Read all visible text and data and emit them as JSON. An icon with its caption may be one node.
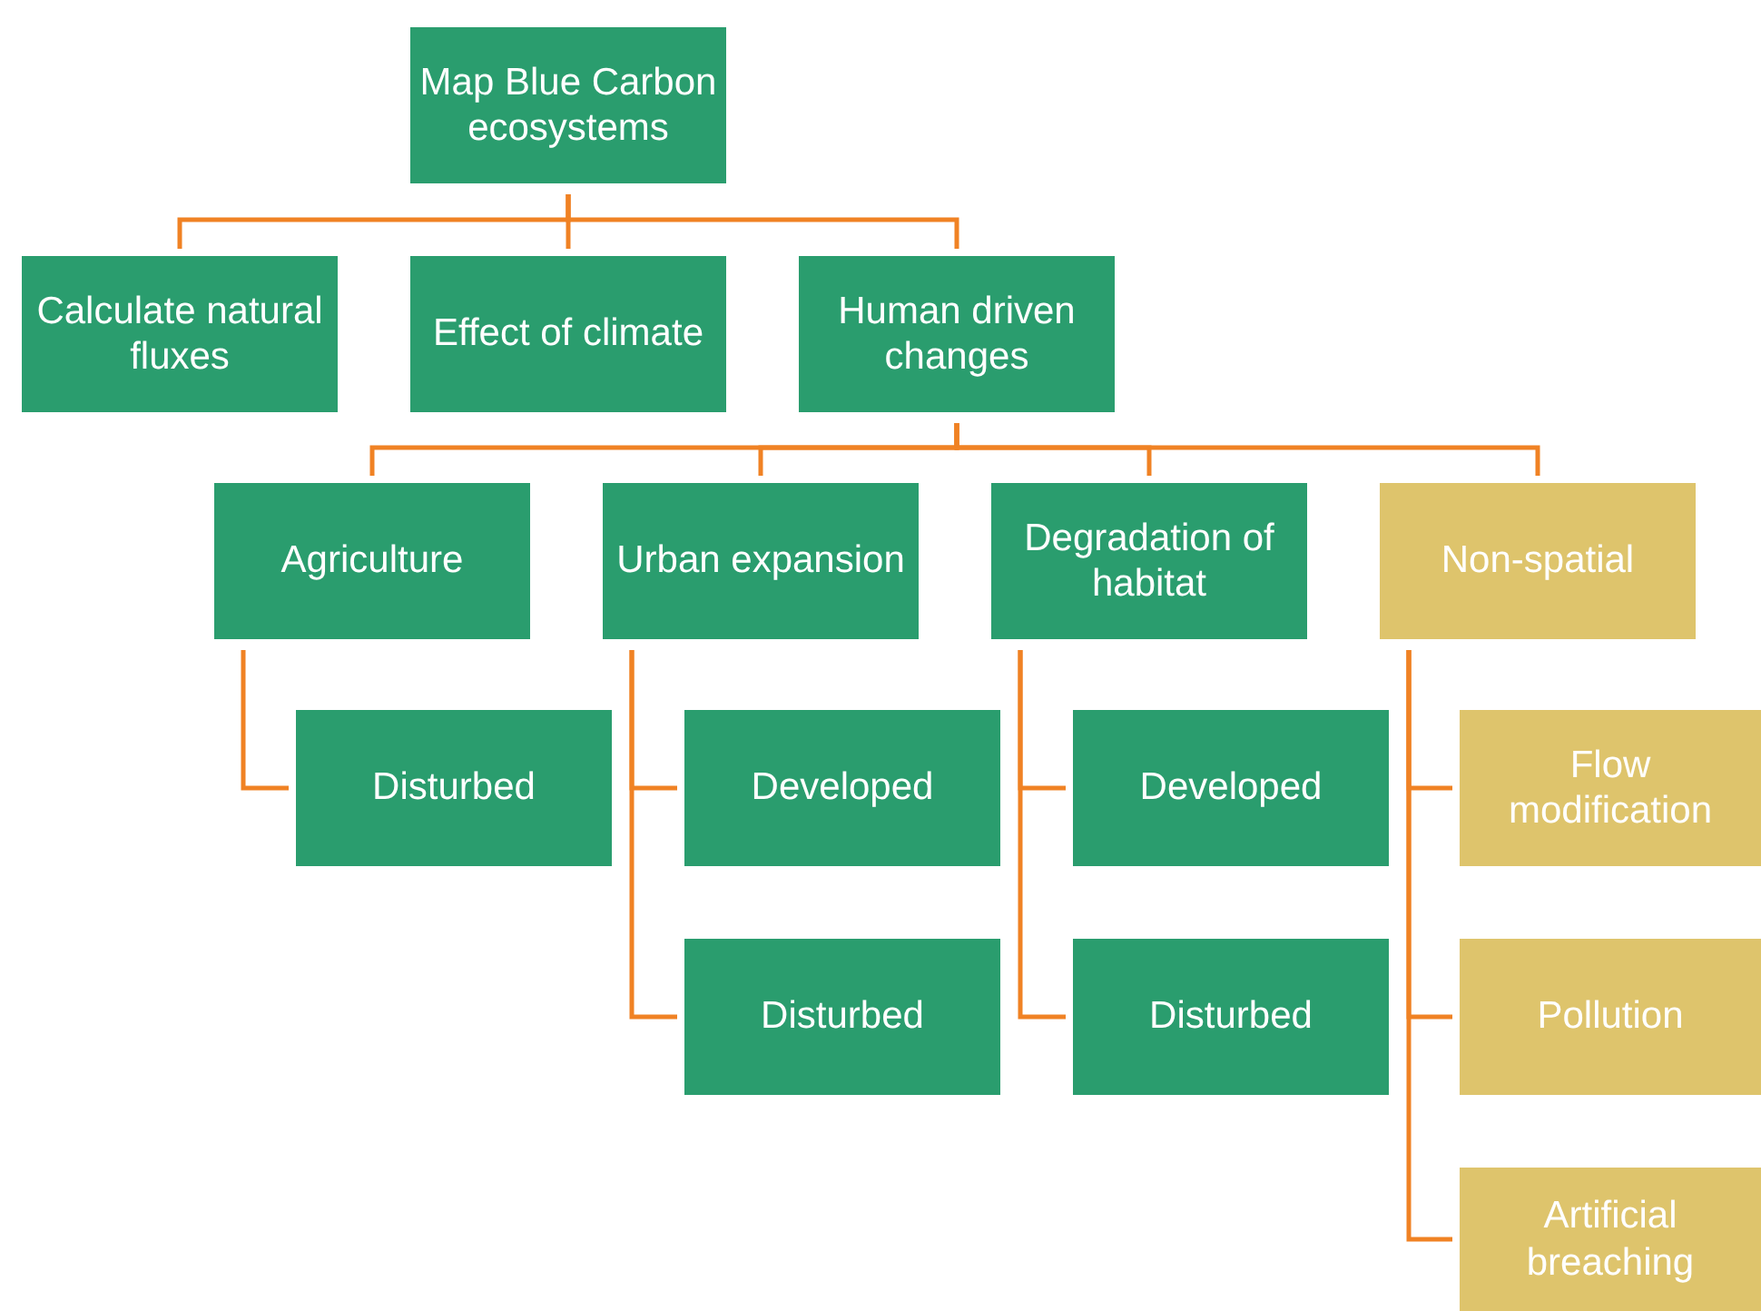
{
  "diagram": {
    "nodes": [
      {
        "text": [
          "Map Blue Carbon ecosystems"
        ]
      },
      {
        "text": [
          "Calculate natural fluxes"
        ]
      },
      {
        "text": [
          "Effect of climate"
        ]
      },
      {
        "text": [
          "Human driven changes"
        ]
      },
      {
        "text": [
          "Agriculture"
        ]
      },
      {
        "text": [
          "Urban expansion"
        ]
      },
      {
        "text": [
          "Degradation of habitat"
        ]
      },
      {
        "text": [
          "Non-spatial"
        ]
      },
      {
        "text": [
          "Disturbed"
        ]
      },
      {
        "text": [
          "Developed"
        ]
      },
      {
        "text": [
          "Disturbed"
        ]
      },
      {
        "text": [
          "Developed"
        ]
      },
      {
        "text": [
          "Disturbed"
        ]
      },
      {
        "text": [
          "Flow modification"
        ]
      },
      {
        "text": [
          "Pollution"
        ]
      },
      {
        "text": [
          "Artificial breaching"
        ]
      }
    ],
    "edges": [
      {
        "from": 0,
        "to": 1,
        "arrow": "none"
      },
      {
        "from": 0,
        "to": 2,
        "arrow": "none"
      },
      {
        "from": 0,
        "to": 3,
        "arrow": "none"
      },
      {
        "from": 3,
        "to": 4,
        "arrow": "none"
      },
      {
        "from": 3,
        "to": 5,
        "arrow": "none"
      },
      {
        "from": 3,
        "to": 6,
        "arrow": "none"
      },
      {
        "from": 3,
        "to": 7,
        "arrow": "none"
      },
      {
        "from": 4,
        "to": 8,
        "arrow": "none"
      },
      {
        "from": 5,
        "to": 9,
        "arrow": "none"
      },
      {
        "from": 5,
        "to": 10,
        "arrow": "none"
      },
      {
        "from": 6,
        "to": 11,
        "arrow": "none"
      },
      {
        "from": 6,
        "to": 12,
        "arrow": "none"
      },
      {
        "from": 7,
        "to": 13,
        "arrow": "none"
      },
      {
        "from": 7,
        "to": 14,
        "arrow": "none"
      },
      {
        "from": 7,
        "to": 15,
        "arrow": "none"
      }
    ]
  }
}
